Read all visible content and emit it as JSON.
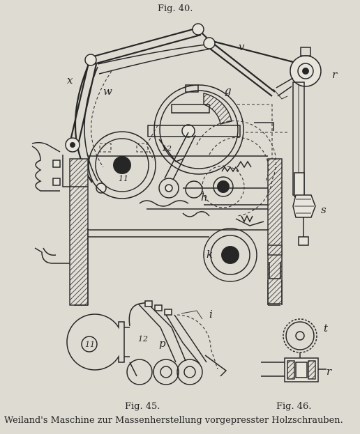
{
  "figures": {
    "fig40": {
      "caption": "Fig. 40.",
      "labels": {
        "x": "x",
        "w": "w",
        "v": "v",
        "r": "r",
        "g": "g",
        "n12": "12",
        "n11": "11",
        "h": "h",
        "s": "s",
        "k": "k"
      }
    },
    "fig45": {
      "caption": "Fig. 45.",
      "labels": {
        "n11": "11",
        "n12": "12",
        "p": "p",
        "i": "i"
      }
    },
    "fig46": {
      "caption": "Fig. 46.",
      "labels": {
        "t": "t",
        "r": "r"
      }
    }
  },
  "plate_caption": "Weiland's Maschine zur Massenherstellung vorgepresster Holzschrauben."
}
